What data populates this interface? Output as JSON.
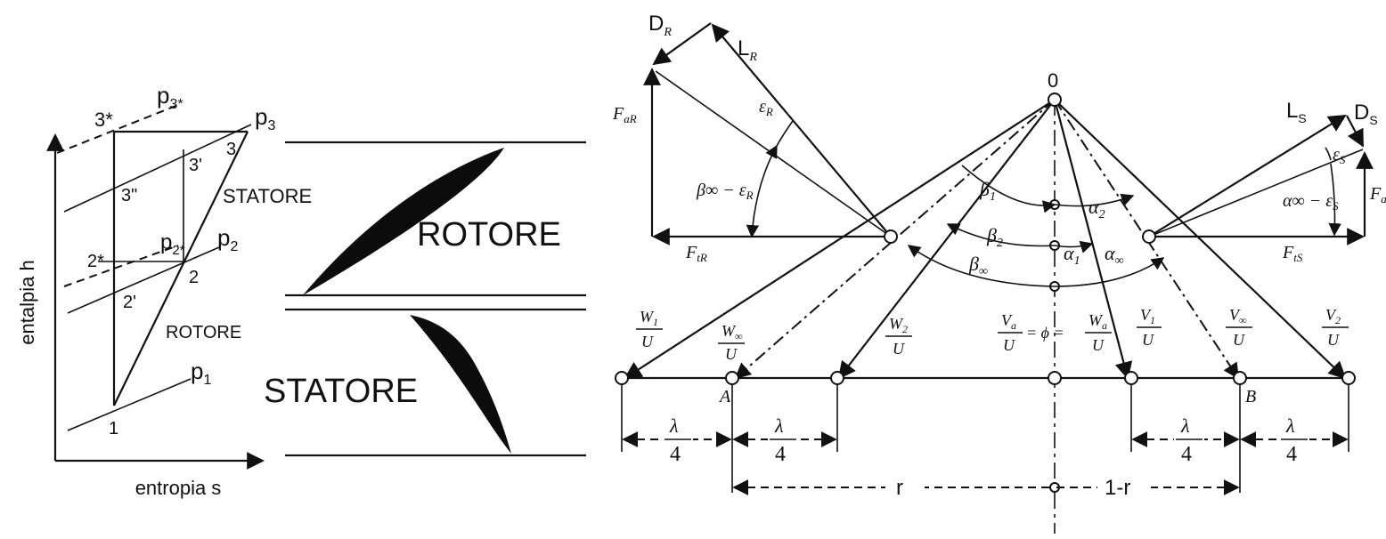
{
  "hs_diagram": {
    "y_axis_label": "entalpia h",
    "x_axis_label": "entropia s",
    "points": {
      "p1": "1",
      "p2": "2",
      "p2prime": "2'",
      "p2star": "2*",
      "p3": "3",
      "p3prime": "3'",
      "p3dblprime": "3\"",
      "p3star": "3*"
    },
    "pressure_p3": "p",
    "pressure_p3_sub": "3",
    "pressure_p3star": "p",
    "pressure_p3star_sub": "3*",
    "pressure_p2": "p",
    "pressure_p2_sub": "2",
    "pressure_p2star": "p",
    "pressure_p2star_sub": "2*",
    "pressure_p1": "p",
    "pressure_p1_sub": "1",
    "stage_upper": "STATORE",
    "stage_lower": "ROTORE"
  },
  "blade_sketch": {
    "rotor_label": "ROTORE",
    "stator_label": "STATORE"
  },
  "velocity_triangles": {
    "origin_label": "0",
    "rotor_forces": {
      "drag": "D",
      "drag_sub": "R",
      "lift": "L",
      "lift_sub": "R",
      "axial": "F",
      "axial_sub": "aR",
      "tangential": "F",
      "tangential_sub": "tR",
      "eps": "ε",
      "eps_sub": "R",
      "angle_beta_minus_eps": "β∞ − ε",
      "angle_beta_minus_eps_sub": "R"
    },
    "stator_forces": {
      "drag": "D",
      "drag_sub": "S",
      "lift": "L",
      "lift_sub": "S",
      "axial": "F",
      "axial_sub": "aS",
      "tangential": "F",
      "tangential_sub": "tS",
      "eps": "ε",
      "eps_sub": "S",
      "angle_alpha_minus_eps": "α∞ − ε",
      "angle_alpha_minus_eps_sub": "S"
    },
    "angles": {
      "beta1": "β",
      "beta1_sub": "1",
      "beta2": "β",
      "beta2_sub": "2",
      "beta_inf": "β",
      "beta_inf_sub": "∞",
      "alpha1": "α",
      "alpha1_sub": "1",
      "alpha2": "α",
      "alpha2_sub": "2",
      "alpha_inf": "α",
      "alpha_inf_sub": "∞"
    },
    "ratios": [
      {
        "num": "W",
        "num_sub": "1",
        "den": "U"
      },
      {
        "num": "W",
        "num_sub": "∞",
        "den": "U"
      },
      {
        "num": "W",
        "num_sub": "2",
        "den": "U"
      },
      {
        "num": "V",
        "num_sub": "a",
        "den": "U"
      },
      {
        "num": "V",
        "num_sub": "1",
        "den": "U"
      },
      {
        "num": "V",
        "num_sub": "∞",
        "den": "U"
      },
      {
        "num": "V",
        "num_sub": "2",
        "den": "U"
      }
    ],
    "equals_phi": "= ϕ =",
    "second_ratio": {
      "num": "W",
      "num_sub": "a",
      "den": "U"
    },
    "point_A": "A",
    "point_B": "B",
    "lambda_num": "λ",
    "lambda_den": "4",
    "reaction_r": "r",
    "reaction_one_minus_r": "1-r"
  }
}
